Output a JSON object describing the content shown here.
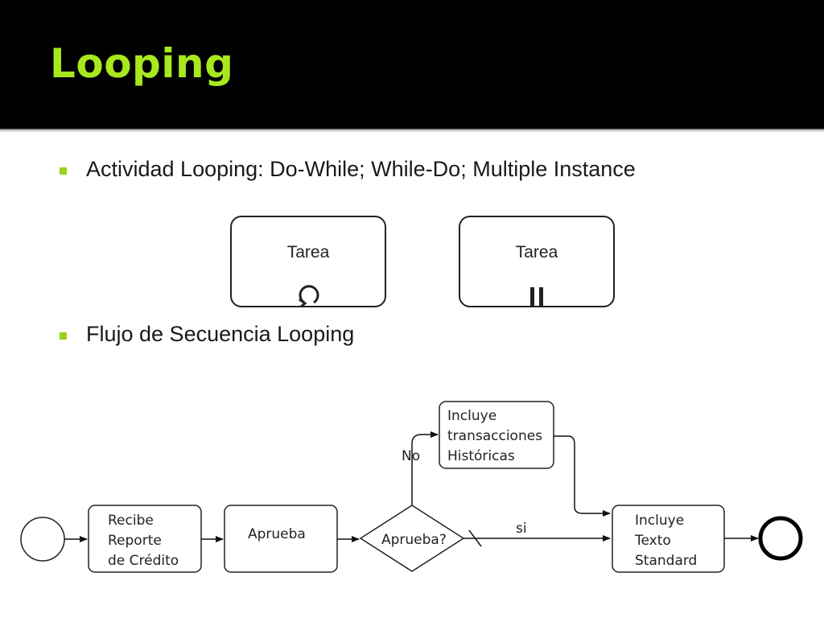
{
  "slide": {
    "title": "Looping",
    "bullets": [
      "Actividad Looping: Do-While; While-Do; Multiple Instance",
      "Flujo de Secuencia Looping"
    ],
    "accent_color": "#a8e81e",
    "bullet_color": "#9bd21c"
  },
  "activities": [
    {
      "label": "Tarea",
      "marker": "loop-icon"
    },
    {
      "label": "Tarea",
      "marker": "multi-instance-icon"
    }
  ],
  "flow": {
    "tasks": {
      "recibe": [
        "Recibe",
        "Reporte",
        "de Crédito"
      ],
      "aprueba": [
        "Aprueba"
      ],
      "historicas": [
        "Incluye",
        "transacciones",
        "Históricas"
      ],
      "standard": [
        "Incluye",
        "Texto",
        "Standard"
      ]
    },
    "gateway": "Aprueba?",
    "no_label": "No",
    "si_label": "si"
  }
}
